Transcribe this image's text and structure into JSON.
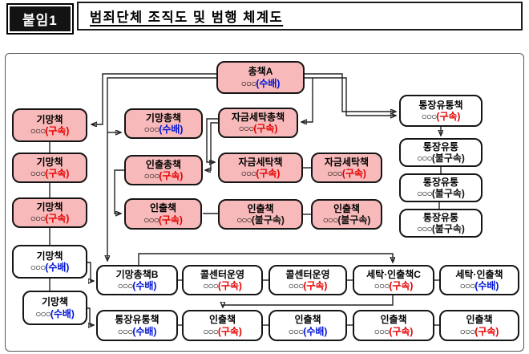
{
  "header": {
    "badge": "붙임1",
    "title": "범죄단체 조직도 및 범행 체계도"
  },
  "colors": {
    "node_pink": "#f7b9b9",
    "node_white": "#ffffff",
    "status_arrested": "#e60000",
    "status_wanted": "#0013d6",
    "status_not_detained": "#111111"
  },
  "nodes": {
    "boss_a": {
      "role": "총책A",
      "name": "○○○",
      "status": "(수배)",
      "status_key": "wanted"
    },
    "fraud1": {
      "role": "기망책",
      "name": "○○○",
      "status": "(구속)",
      "status_key": "arrested"
    },
    "fraud2": {
      "role": "기망책",
      "name": "○○○",
      "status": "(구속)",
      "status_key": "arrested"
    },
    "fraud3": {
      "role": "기망책",
      "name": "○○○",
      "status": "(구속)",
      "status_key": "arrested"
    },
    "fraud4": {
      "role": "기망책",
      "name": "○○○",
      "status": "(수배)",
      "status_key": "wanted"
    },
    "fraud5": {
      "role": "기망책",
      "name": "○○○",
      "status": "(수배)",
      "status_key": "wanted"
    },
    "fraud_chief": {
      "role": "기망총책",
      "name": "○○○",
      "status": "(수배)",
      "status_key": "wanted"
    },
    "withdraw_chief": {
      "role": "인출총책",
      "name": "○○○",
      "status": "(구속)",
      "status_key": "arrested"
    },
    "withdraw_sub": {
      "role": "인출책",
      "name": "○○○",
      "status": "(구속)",
      "status_key": "arrested"
    },
    "launder_chief": {
      "role": "자금세탁총책",
      "name": "○○○",
      "status": "(구속)",
      "status_key": "arrested"
    },
    "launder_mid": {
      "role": "자금세탁책",
      "name": "○○○",
      "status": "(구속)",
      "status_key": "arrested"
    },
    "launder_right": {
      "role": "자금세탁책",
      "name": "○○○",
      "status": "(구속)",
      "status_key": "arrested"
    },
    "withdraw_mid": {
      "role": "인출책",
      "name": "○○○",
      "status": "(불구속)",
      "status_key": "not_detained"
    },
    "withdraw_right": {
      "role": "인출책",
      "name": "○○○",
      "status": "(불구속)",
      "status_key": "not_detained"
    },
    "account_chief": {
      "role": "통장유통책",
      "name": "○○○",
      "status": "(구속)",
      "status_key": "arrested"
    },
    "account1": {
      "role": "통장유통",
      "name": "○○○",
      "status": "(불구속)",
      "status_key": "not_detained"
    },
    "account2": {
      "role": "통장유통",
      "name": "○○○",
      "status": "(불구속)",
      "status_key": "not_detained"
    },
    "account3": {
      "role": "통장유통",
      "name": "○○○",
      "status": "(불구속)",
      "status_key": "not_detained"
    },
    "b_fraud_chief": {
      "role": "기망총책B",
      "name": "○○○",
      "status": "(수배)",
      "status_key": "wanted"
    },
    "b_callcenter1": {
      "role": "콜센터운영",
      "name": "○○○",
      "status": "(구속)",
      "status_key": "arrested"
    },
    "b_callcenter2": {
      "role": "콜센터운영",
      "name": "○○○",
      "status": "(구속)",
      "status_key": "arrested"
    },
    "b_launder_c": {
      "role": "세탁·인출책C",
      "name": "○○○",
      "status": "(구속)",
      "status_key": "arrested"
    },
    "b_launder": {
      "role": "세탁·인출책",
      "name": "○○○",
      "status": "(수배)",
      "status_key": "wanted"
    },
    "c_account": {
      "role": "통장유통책",
      "name": "○○○",
      "status": "(수배)",
      "status_key": "wanted"
    },
    "c_withdraw1": {
      "role": "인출책",
      "name": "○○○",
      "status": "(구속)",
      "status_key": "arrested"
    },
    "c_withdraw2": {
      "role": "인출책",
      "name": "○○○",
      "status": "(수배)",
      "status_key": "wanted"
    },
    "c_withdraw3": {
      "role": "인출책",
      "name": "○○○",
      "status": "(구속)",
      "status_key": "arrested"
    },
    "c_withdraw4": {
      "role": "인출책",
      "name": "○○○",
      "status": "(구속)",
      "status_key": "arrested"
    }
  }
}
